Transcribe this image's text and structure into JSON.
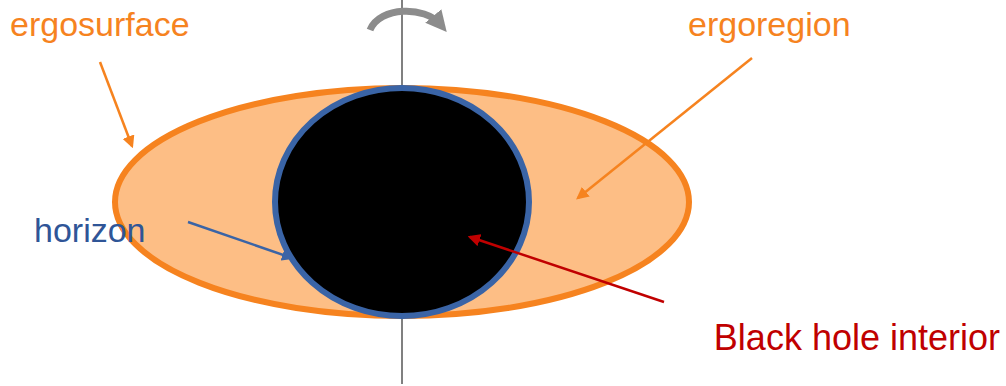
{
  "diagram": {
    "labels": [
      "ergosurface",
      "ergoregion",
      "horizon",
      "Black hole interior"
    ]
  }
}
